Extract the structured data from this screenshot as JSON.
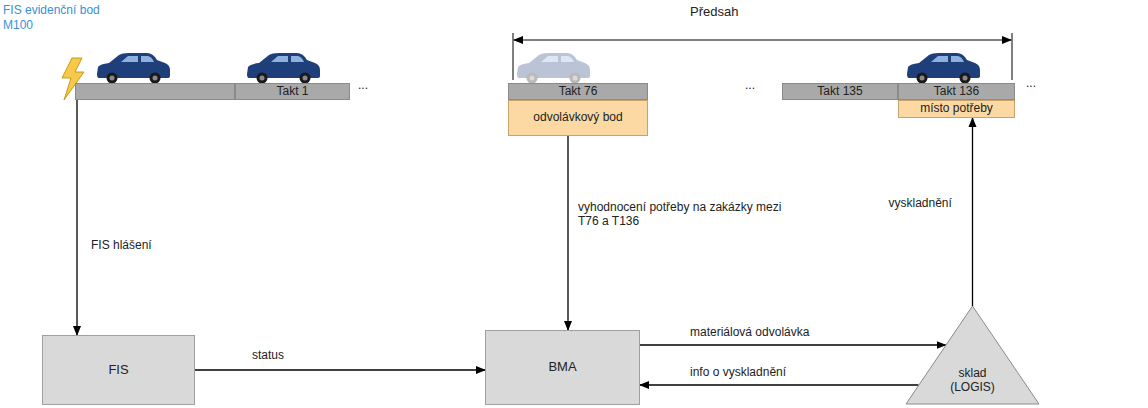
{
  "diagram": {
    "nodes": [
      {
        "text": [
          "FIS evidenční bod M100"
        ]
      },
      {
        "text": [
          "Takt 1"
        ]
      },
      {
        "text": [
          "Takt 76"
        ]
      },
      {
        "text": [
          "odvolávkový bod"
        ]
      },
      {
        "text": [
          "Takt 135"
        ]
      },
      {
        "text": [
          "Takt 136"
        ]
      },
      {
        "text": [
          "místo potřeby"
        ]
      },
      {
        "text": [
          "FIS"
        ]
      },
      {
        "text": [
          "BMA"
        ]
      },
      {
        "text": [
          "sklad (LOGIS)"
        ]
      }
    ],
    "edges": [
      {
        "from": 0,
        "to": 7,
        "label": "FIS hlášení",
        "arrow": "to"
      },
      {
        "from": 7,
        "to": 8,
        "label": "status",
        "arrow": "to"
      },
      {
        "from": 3,
        "to": 8,
        "label": "vyhodnocení potřeby na zakázky mezi T76 a T136",
        "arrow": "to"
      },
      {
        "from": 8,
        "to": 9,
        "label": "materiálová odvolávka",
        "arrow": "to"
      },
      {
        "from": 9,
        "to": 8,
        "label": "info o vyskladnění",
        "arrow": "to"
      },
      {
        "from": 9,
        "to": 6,
        "label": "vyskladnění",
        "arrow": "to"
      }
    ],
    "labels": [
      "Předsah",
      "...",
      "...",
      "..."
    ]
  }
}
